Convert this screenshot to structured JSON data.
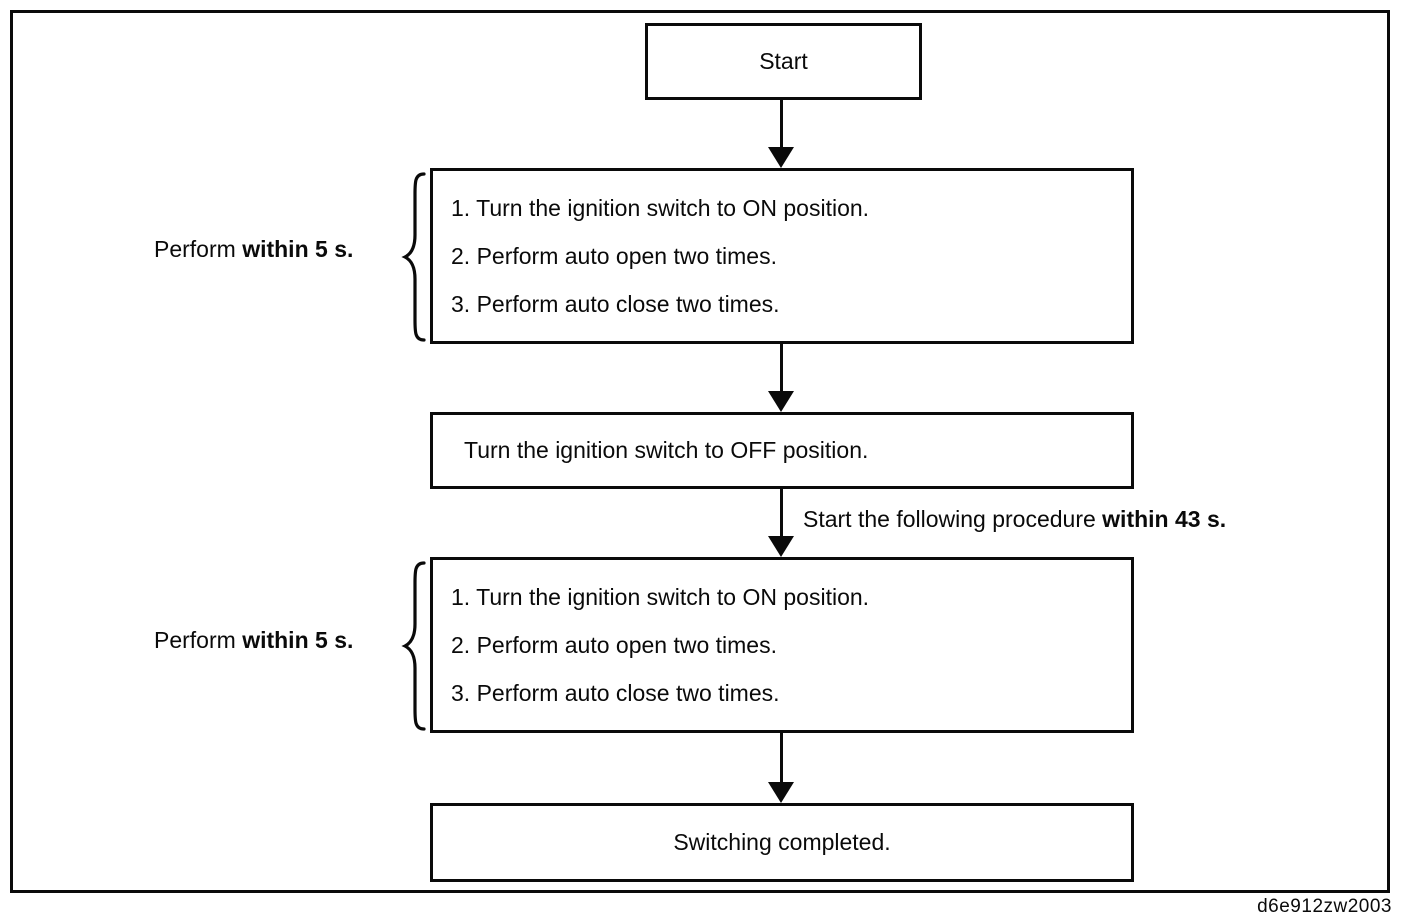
{
  "colors": {
    "ink": "#0a0a0a",
    "background": "#ffffff"
  },
  "diagram": {
    "start": "Start",
    "procedure1": {
      "label_prefix": "Perform ",
      "label_bold": "within 5 s.",
      "items": [
        "1. Turn the ignition switch to ON position.",
        "2. Perform auto open two times.",
        "3. Perform auto close two times."
      ]
    },
    "ignition_off": "Turn the ignition switch to OFF position.",
    "timing_note_prefix": "Start the following procedure ",
    "timing_note_bold": "within 43 s.",
    "procedure2": {
      "label_prefix": "Perform ",
      "label_bold": "within 5 s.",
      "items": [
        "1. Turn the ignition switch to ON position.",
        "2. Perform auto open two times.",
        "3. Perform auto close two times."
      ]
    },
    "completed": "Switching completed.",
    "figure_code": "d6e912zw2003"
  }
}
